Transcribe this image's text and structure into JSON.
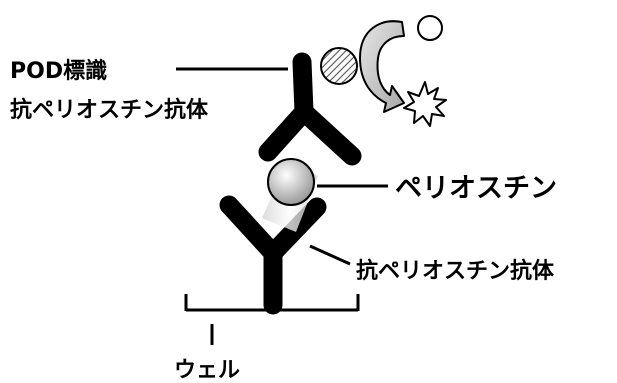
{
  "labels": {
    "pod_label_line1": "POD標識",
    "pod_label_line2": "抗ペリオスチン抗体",
    "periostin": "ペリオスチン",
    "capture_antibody": "抗ペリオスチン抗体",
    "well": "ウェル"
  },
  "colors": {
    "antibody": "#000000",
    "arrow_fill": "#c8c8c8",
    "periostin_fill": "#d9d9d9",
    "enzyme_hatch": "#555555"
  },
  "icons": {
    "substrate": "circle",
    "product": "burst",
    "reaction_arrow": "curved-arrow"
  }
}
